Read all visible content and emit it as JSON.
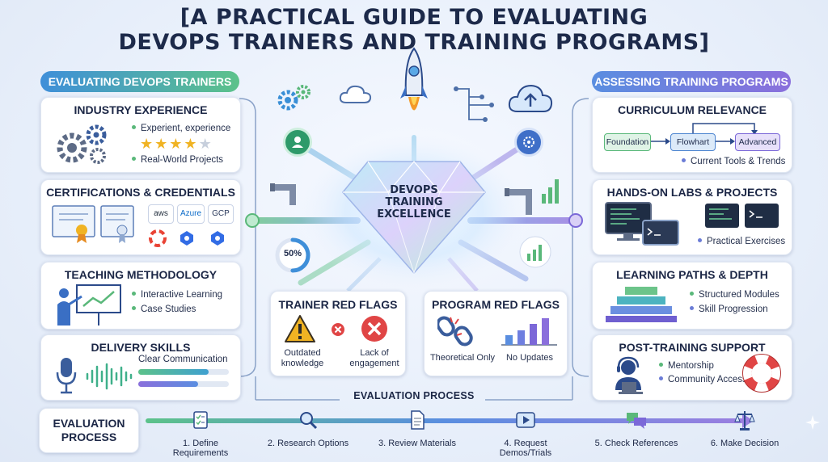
{
  "title": {
    "line1": "[A PRACTICAL GUIDE TO EVALUATING",
    "line2": "DEVOPS TRAINERS AND TRAINING PROGRAMS]"
  },
  "left": {
    "header": "EVALUATING DEVOPS TRAINERS",
    "industry": {
      "title": "INDUSTRY EXPERIENCE",
      "b1": "Experient, experience",
      "b2": "Real-World Projects",
      "rating": 4,
      "rating_max": 5
    },
    "certs": {
      "title": "CERTIFICATIONS & CREDENTIALS",
      "badges": [
        "aws",
        "Azure",
        "GCP"
      ]
    },
    "teaching": {
      "title": "TEACHING METHODOLOGY",
      "b1": "Interactive Learning",
      "b2": "Case Studies"
    },
    "delivery": {
      "title": "DELIVERY SKILLS",
      "t1": "Clear Communication"
    }
  },
  "right": {
    "header": "ASSESSING TRAINING PROGRAMS",
    "curriculum": {
      "title": "CURRICULUM RELEVANCE",
      "flow": [
        "Foundation",
        "Flowhart",
        "Advanced"
      ],
      "b1": "Current Tools & Trends"
    },
    "labs": {
      "title": "HANDS-ON LABS & PROJECTS",
      "b1": "Practical Exercises"
    },
    "paths": {
      "title": "LEARNING PATHS & DEPTH",
      "b1": "Structured Modules",
      "b2": "Skill Progression"
    },
    "support": {
      "title": "POST-TRAINING SUPPORT",
      "b1": "Mentorship",
      "b2": "Community Access"
    }
  },
  "center": {
    "gem_label": [
      "DEVOPS",
      "TRAINING",
      "EXCELLENCE"
    ],
    "progress": "50%",
    "trainer_flags": {
      "title": "TRAINER RED FLAGS",
      "f1": "Outdated knowledge",
      "f2": "Lack of engagement"
    },
    "program_flags": {
      "title": "PROGRAM RED FLAGS",
      "f1": "Theoretical Only",
      "f2": "No Updates"
    }
  },
  "process": {
    "header": "EVALUATION PROCESS",
    "box_label": "EVALUATION PROCESS",
    "steps": [
      {
        "label": "1. Define Requirements",
        "icon": "checklist-icon"
      },
      {
        "label": "2. Research Options",
        "icon": "magnifier-icon"
      },
      {
        "label": "3. Review Materials",
        "icon": "document-icon"
      },
      {
        "label": "4. Request Demos/Trials",
        "icon": "play-icon"
      },
      {
        "label": "5. Check References",
        "icon": "chat-icon"
      },
      {
        "label": "6. Make Decision",
        "icon": "scales-icon"
      }
    ]
  },
  "colors": {
    "left_pill_start": "#3f8fd9",
    "left_pill_end": "#5cc28a",
    "right_pill_start": "#5a8ee0",
    "right_pill_end": "#8a6fdc",
    "accent_green": "#5ab87a",
    "accent_purple": "#7b68d8",
    "red": "#d94040",
    "gold": "#f0b323"
  }
}
